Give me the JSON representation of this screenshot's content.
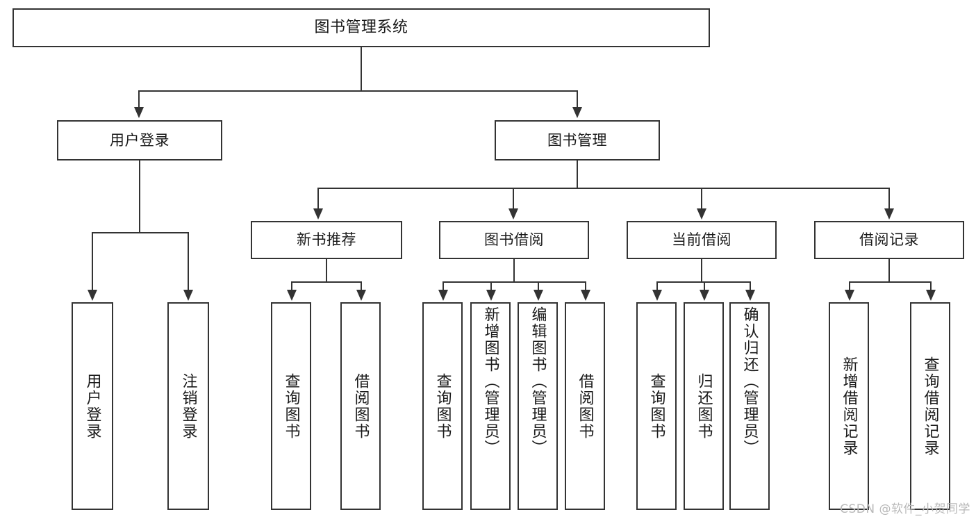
{
  "diagram": {
    "type": "tree",
    "title": "图书管理系统",
    "root": {
      "label": "图书管理系统"
    },
    "level1": [
      {
        "label": "用户登录"
      },
      {
        "label": "图书管理"
      }
    ],
    "level2": [
      {
        "label": "新书推荐"
      },
      {
        "label": "图书借阅"
      },
      {
        "label": "当前借阅"
      },
      {
        "label": "借阅记录"
      }
    ],
    "leaves": {
      "user_login": [
        {
          "label": "用户登录"
        },
        {
          "label": "注销登录"
        }
      ],
      "new_book_recommend": [
        {
          "label": "查询图书"
        },
        {
          "label": "借阅图书"
        }
      ],
      "book_borrow": [
        {
          "label": "查询图书"
        },
        {
          "label": "新增图书（管理员）"
        },
        {
          "label": "编辑图书（管理员）"
        },
        {
          "label": "借阅图书"
        }
      ],
      "current_borrow": [
        {
          "label": "查询图书"
        },
        {
          "label": "归还图书"
        },
        {
          "label": "确认归还（管理员）"
        }
      ],
      "borrow_records": [
        {
          "label": "新增借阅记录"
        },
        {
          "label": "查询借阅记录"
        }
      ]
    }
  },
  "watermark": {
    "text": "CSDN @软件_小贺同学"
  },
  "colors": {
    "stroke": "#333333",
    "background": "#ffffff",
    "text": "#1a1a1a",
    "watermark": "#b9b9b9"
  }
}
